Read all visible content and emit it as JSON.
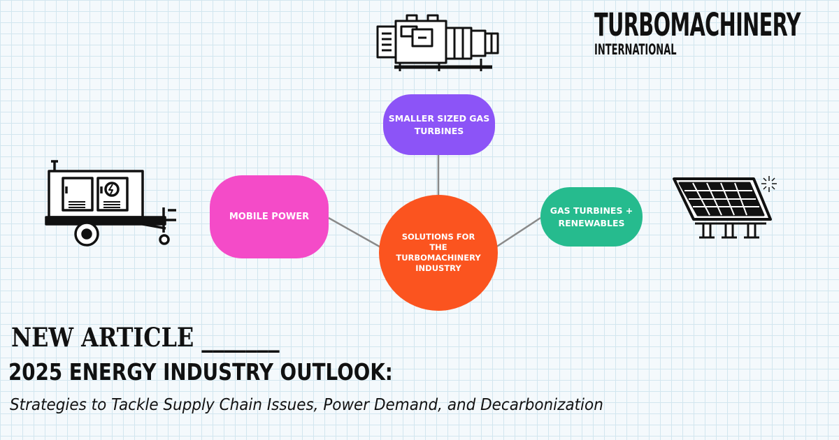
{
  "brand": {
    "name": "TURBOMACHINERY",
    "subtitle": "INTERNATIONAL"
  },
  "diagram": {
    "center": "SOLUTIONS FOR THE TURBOMACHINERY INDUSTRY",
    "nodes": {
      "top": "SMALLER SIZED GAS TURBINES",
      "left": "MOBILE POWER",
      "right": "GAS TURBINES + RENEWABLES"
    },
    "colors": {
      "top": "#8c54f7",
      "left": "#f44bc8",
      "right": "#26bb8e",
      "center": "#fb541f",
      "connector": "#8a8a8a"
    },
    "icons": [
      "gas-turbine-engine-icon",
      "mobile-generator-trailer-icon",
      "solar-panel-icon"
    ]
  },
  "article": {
    "label": "NEW ARTICLE _______",
    "title": "2025 ENERGY INDUSTRY OUTLOOK:",
    "subtitle": "Strategies to Tackle Supply Chain Issues, Power Demand, and Decarbonization"
  }
}
